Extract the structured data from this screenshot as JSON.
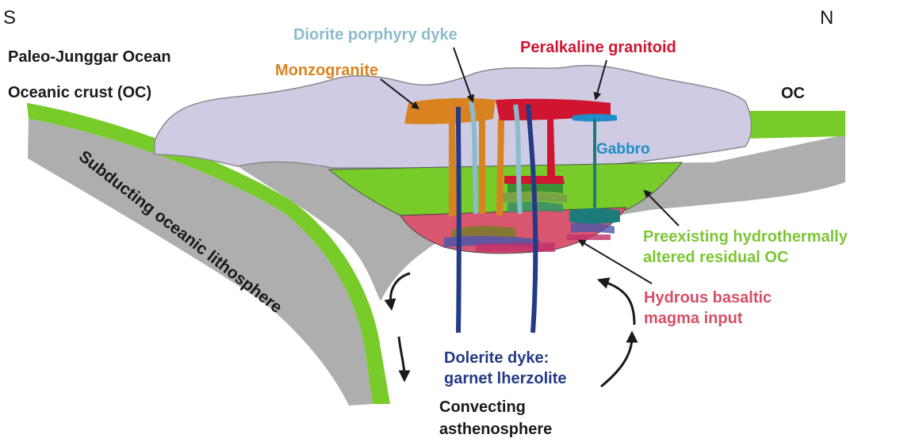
{
  "compass": {
    "south": "S",
    "north": "N"
  },
  "labels": {
    "ocean": "Paleo-Junggar Ocean",
    "oceanic_crust": "Oceanic crust (OC)",
    "oc_right": "OC",
    "diorite": "Diorite porphyry dyke",
    "peralkaline": "Peralkaline granitoid",
    "monzogranite": "Monzogranite",
    "gabbro": "Gabbro",
    "subducting": "Subducting oceanic lithosphere",
    "preexisting_1": "Preexisting hydrothermally",
    "preexisting_2": "altered residual OC",
    "hydrous_1": "Hydrous basaltic",
    "hydrous_2": "magma input",
    "dolerite_1": "Dolerite dyke:",
    "dolerite_2": "garnet lherzolite",
    "convecting_1": "Convecting",
    "convecting_2": "asthenosphere"
  },
  "colors": {
    "slab_gray": "#aeaeae",
    "crust_green": "#77cc2a",
    "arc_lavender": "#cfcbe2",
    "magma_pink": "#d9566f",
    "monzogranite": "#d98320",
    "diorite": "#8bbccb",
    "peralkaline": "#d01530",
    "gabbro": "#1e8dc8",
    "dolerite": "#243a84",
    "teal": "#1b7c7a",
    "label_green": "#7cc635",
    "label_pink": "#d44f67"
  }
}
